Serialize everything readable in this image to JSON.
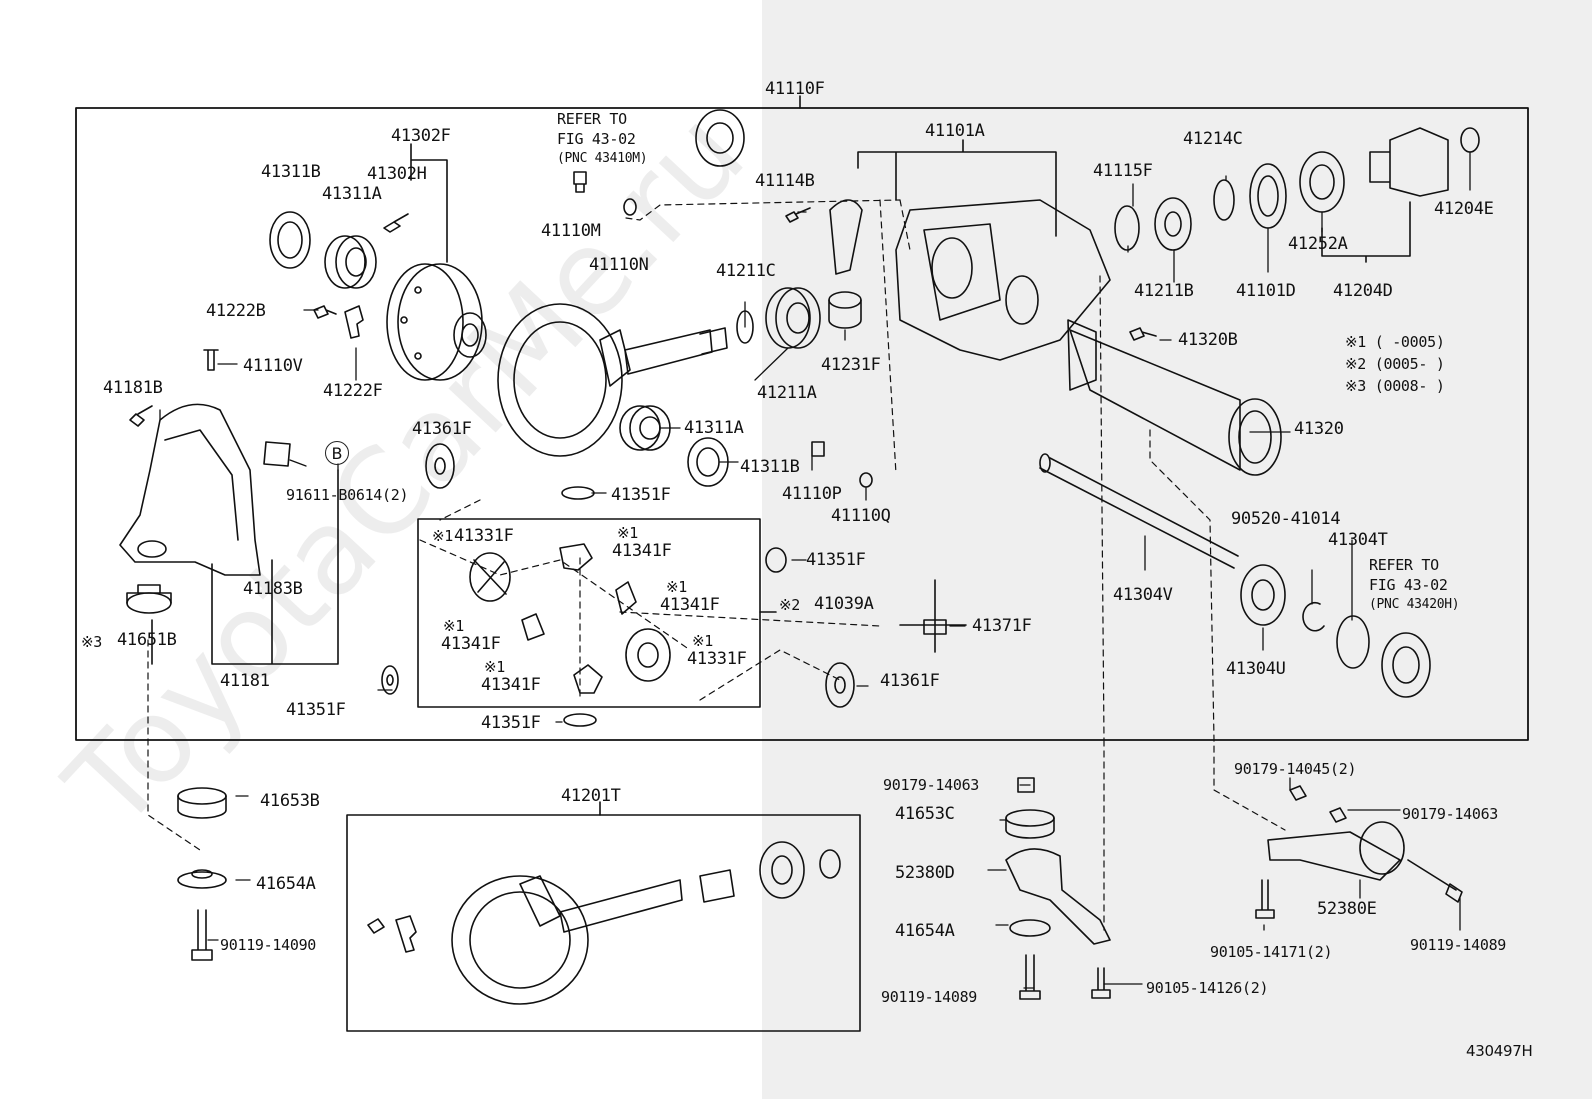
{
  "figure_code": "430497H",
  "watermark": "ToyotaCarMe.ru",
  "assembly": {
    "carrier_assy": "41110F",
    "sub_housing_assy": "41201T"
  },
  "notes": {
    "n1": "※1 (     -0005)",
    "n2": "※2 (0005-     )",
    "n3": "※3 (0008-     )"
  },
  "callout_b": "B",
  "refer1": {
    "l1": "REFER TO",
    "l2": "FIG 43-02",
    "l3": "(PNC 43410M)"
  },
  "refer2": {
    "l1": "REFER TO",
    "l2": "FIG 43-02",
    "l3": "(PNC 43420H)"
  },
  "parts": {
    "p41302F": "41302F",
    "p41302H": "41302H",
    "p41311B_a": "41311B",
    "p41311A_a": "41311A",
    "p41110M": "41110M",
    "p41110N": "41110N",
    "p41101A": "41101A",
    "p41114B": "41114B",
    "p41115F": "41115F",
    "p41214C": "41214C",
    "p41204E": "41204E",
    "p41211C": "41211C",
    "p41222B": "41222B",
    "p41222F": "41222F",
    "p41110V": "41110V",
    "p41211B": "41211B",
    "p41101D": "41101D",
    "p41252A": "41252A",
    "p41204D": "41204D",
    "p41320B": "41320B",
    "p41231F": "41231F",
    "p41211A": "41211A",
    "p41181B": "41181B",
    "p41361F_a": "41361F",
    "p41311A_b": "41311A",
    "p41311B_b": "41311B",
    "p41320": "41320",
    "p41110P": "41110P",
    "p41110Q": "41110Q",
    "p41351F_a": "41351F",
    "p91611": "91611-B0614(2)",
    "p41331F_a": "41331F",
    "p41341F_a": "41341F",
    "p41351F_b": "41351F",
    "p90520": "90520-41014",
    "p41304T": "41304T",
    "p41341F_b": "41341F",
    "p41039A": "41039A",
    "p41371F": "41371F",
    "p41304V": "41304V",
    "p41183B": "41183B",
    "p41651B": "41651B",
    "p41341F_c": "41341F",
    "p41331F_b": "41331F",
    "p41341F_d": "41341F",
    "p41181": "41181",
    "p41361F_b": "41361F",
    "p41304U": "41304U",
    "p41351F_c": "41351F",
    "p41351F_d": "41351F",
    "p90179_14063_a": "90179-14063",
    "p90179_14045": "90179-14045(2)",
    "p90179_14063_b": "90179-14063",
    "p41653B": "41653B",
    "p41653C": "41653C",
    "p52380D": "52380D",
    "p41654A_a": "41654A",
    "p41654A_b": "41654A",
    "p52380E": "52380E",
    "p90119_14090": "90119-14090",
    "p90105_14171": "90105-14171(2)",
    "p90119_14089_a": "90119-14089",
    "p90119_14089_b": "90119-14089",
    "p90105_14126": "90105-14126(2)"
  },
  "marks": {
    "m1": "※1",
    "m2": "※2",
    "m3": "※3"
  }
}
